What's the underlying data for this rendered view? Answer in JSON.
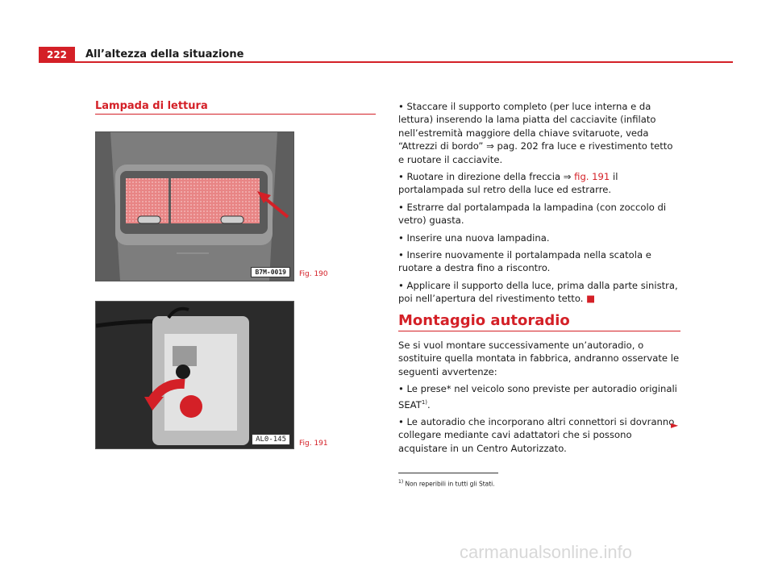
{
  "header": {
    "page_number": "222",
    "title": "All’altezza della situazione"
  },
  "section1": {
    "heading": "Lampada di lettura",
    "fig1": {
      "code": "B7M-0019",
      "caption": "Fig. 190"
    },
    "fig2": {
      "code": "AL0-145",
      "caption": "Fig. 191"
    }
  },
  "steps": [
    {
      "pre": "• Staccare il supporto completo (per luce interna e da lettura) inserendo la lama piatta del cacciavite (infilato nell’estremità maggiore della chiave svitaruote, veda “Attrezzi di bordo” ⇒ pag. 202 fra luce e rivestimento tetto e ruotare il cacciavite.",
      "link": "",
      "post": ""
    },
    {
      "pre": "• Ruotare in direzione della freccia ⇒ ",
      "link": "fig. 191",
      "post": " il portalampada sul retro della luce ed estrarre."
    },
    {
      "pre": "• Estrarre dal portalampada la lampadina (con zoccolo di vetro) guasta.",
      "link": "",
      "post": ""
    },
    {
      "pre": "• Inserire una nuova lampadina.",
      "link": "",
      "post": ""
    },
    {
      "pre": "• Inserire nuovamente il portalampada nella scatola e ruotare a destra fino a riscontro.",
      "link": "",
      "post": ""
    },
    {
      "pre": "• Applicare il supporto della luce, prima dalla parte sinistra, poi nell’apertura del rivestimento tetto. ",
      "link": "",
      "post": "",
      "end": "■"
    }
  ],
  "section2": {
    "heading": "Montaggio autoradio",
    "intro": "Se si vuol montare successivamente un’autoradio, o sostituire quella montata in fabbrica, andranno osservate le seguenti avvertenze:",
    "bullet1_pre": "• Le prese* nel veicolo sono previste per autoradio originali SEAT",
    "bullet1_sup": "1)",
    "bullet1_post": ".",
    "bullet2": "• Le autoradio che incorporano altri connettori si dovranno collegare mediante cavi adattatori che si possono acquistare in un Centro Autorizzato.",
    "continue_mark": "►"
  },
  "footnote": {
    "sup": "1)",
    "text": " Non reperibili in tutti gli Stati."
  },
  "watermark": "carmanualsonline.info",
  "colors": {
    "accent": "#d42027"
  }
}
